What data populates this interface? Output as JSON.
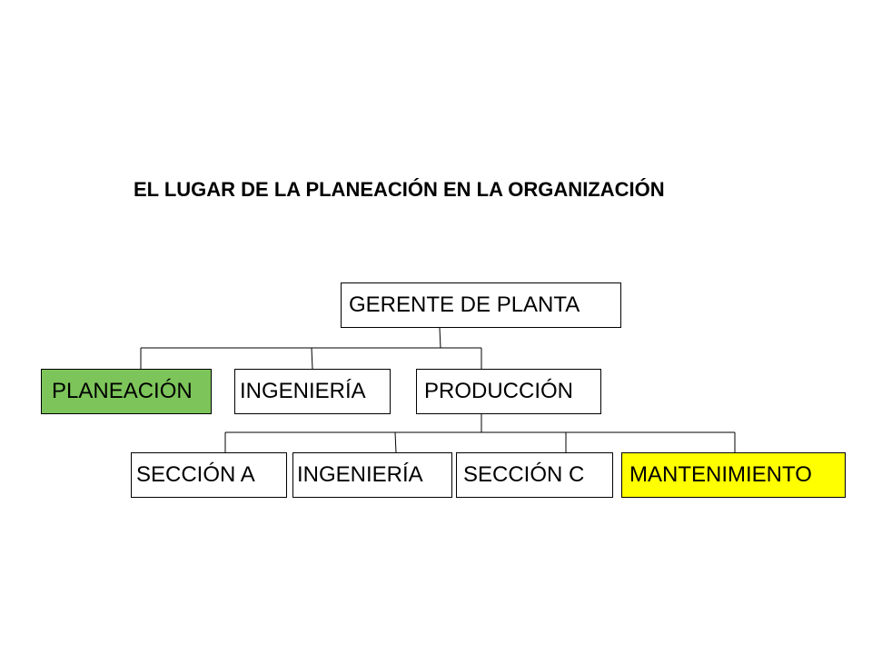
{
  "title": "EL LUGAR DE LA PLANEACIÓN EN LA ORGANIZACIÓN",
  "colors": {
    "planeacion_fill": "#7dc55a",
    "mantenimiento_fill": "#ffff00",
    "line": "#000000"
  },
  "org_chart": {
    "root": "GERENTE DE PLANTA",
    "level1": [
      "PLANEACIÓN",
      "INGENIERÍA",
      "PRODUCCIÓN"
    ],
    "level2": [
      "SECCIÓN A",
      "INGENIERÍA",
      "SECCIÓN C",
      "MANTENIMIENTO"
    ]
  }
}
